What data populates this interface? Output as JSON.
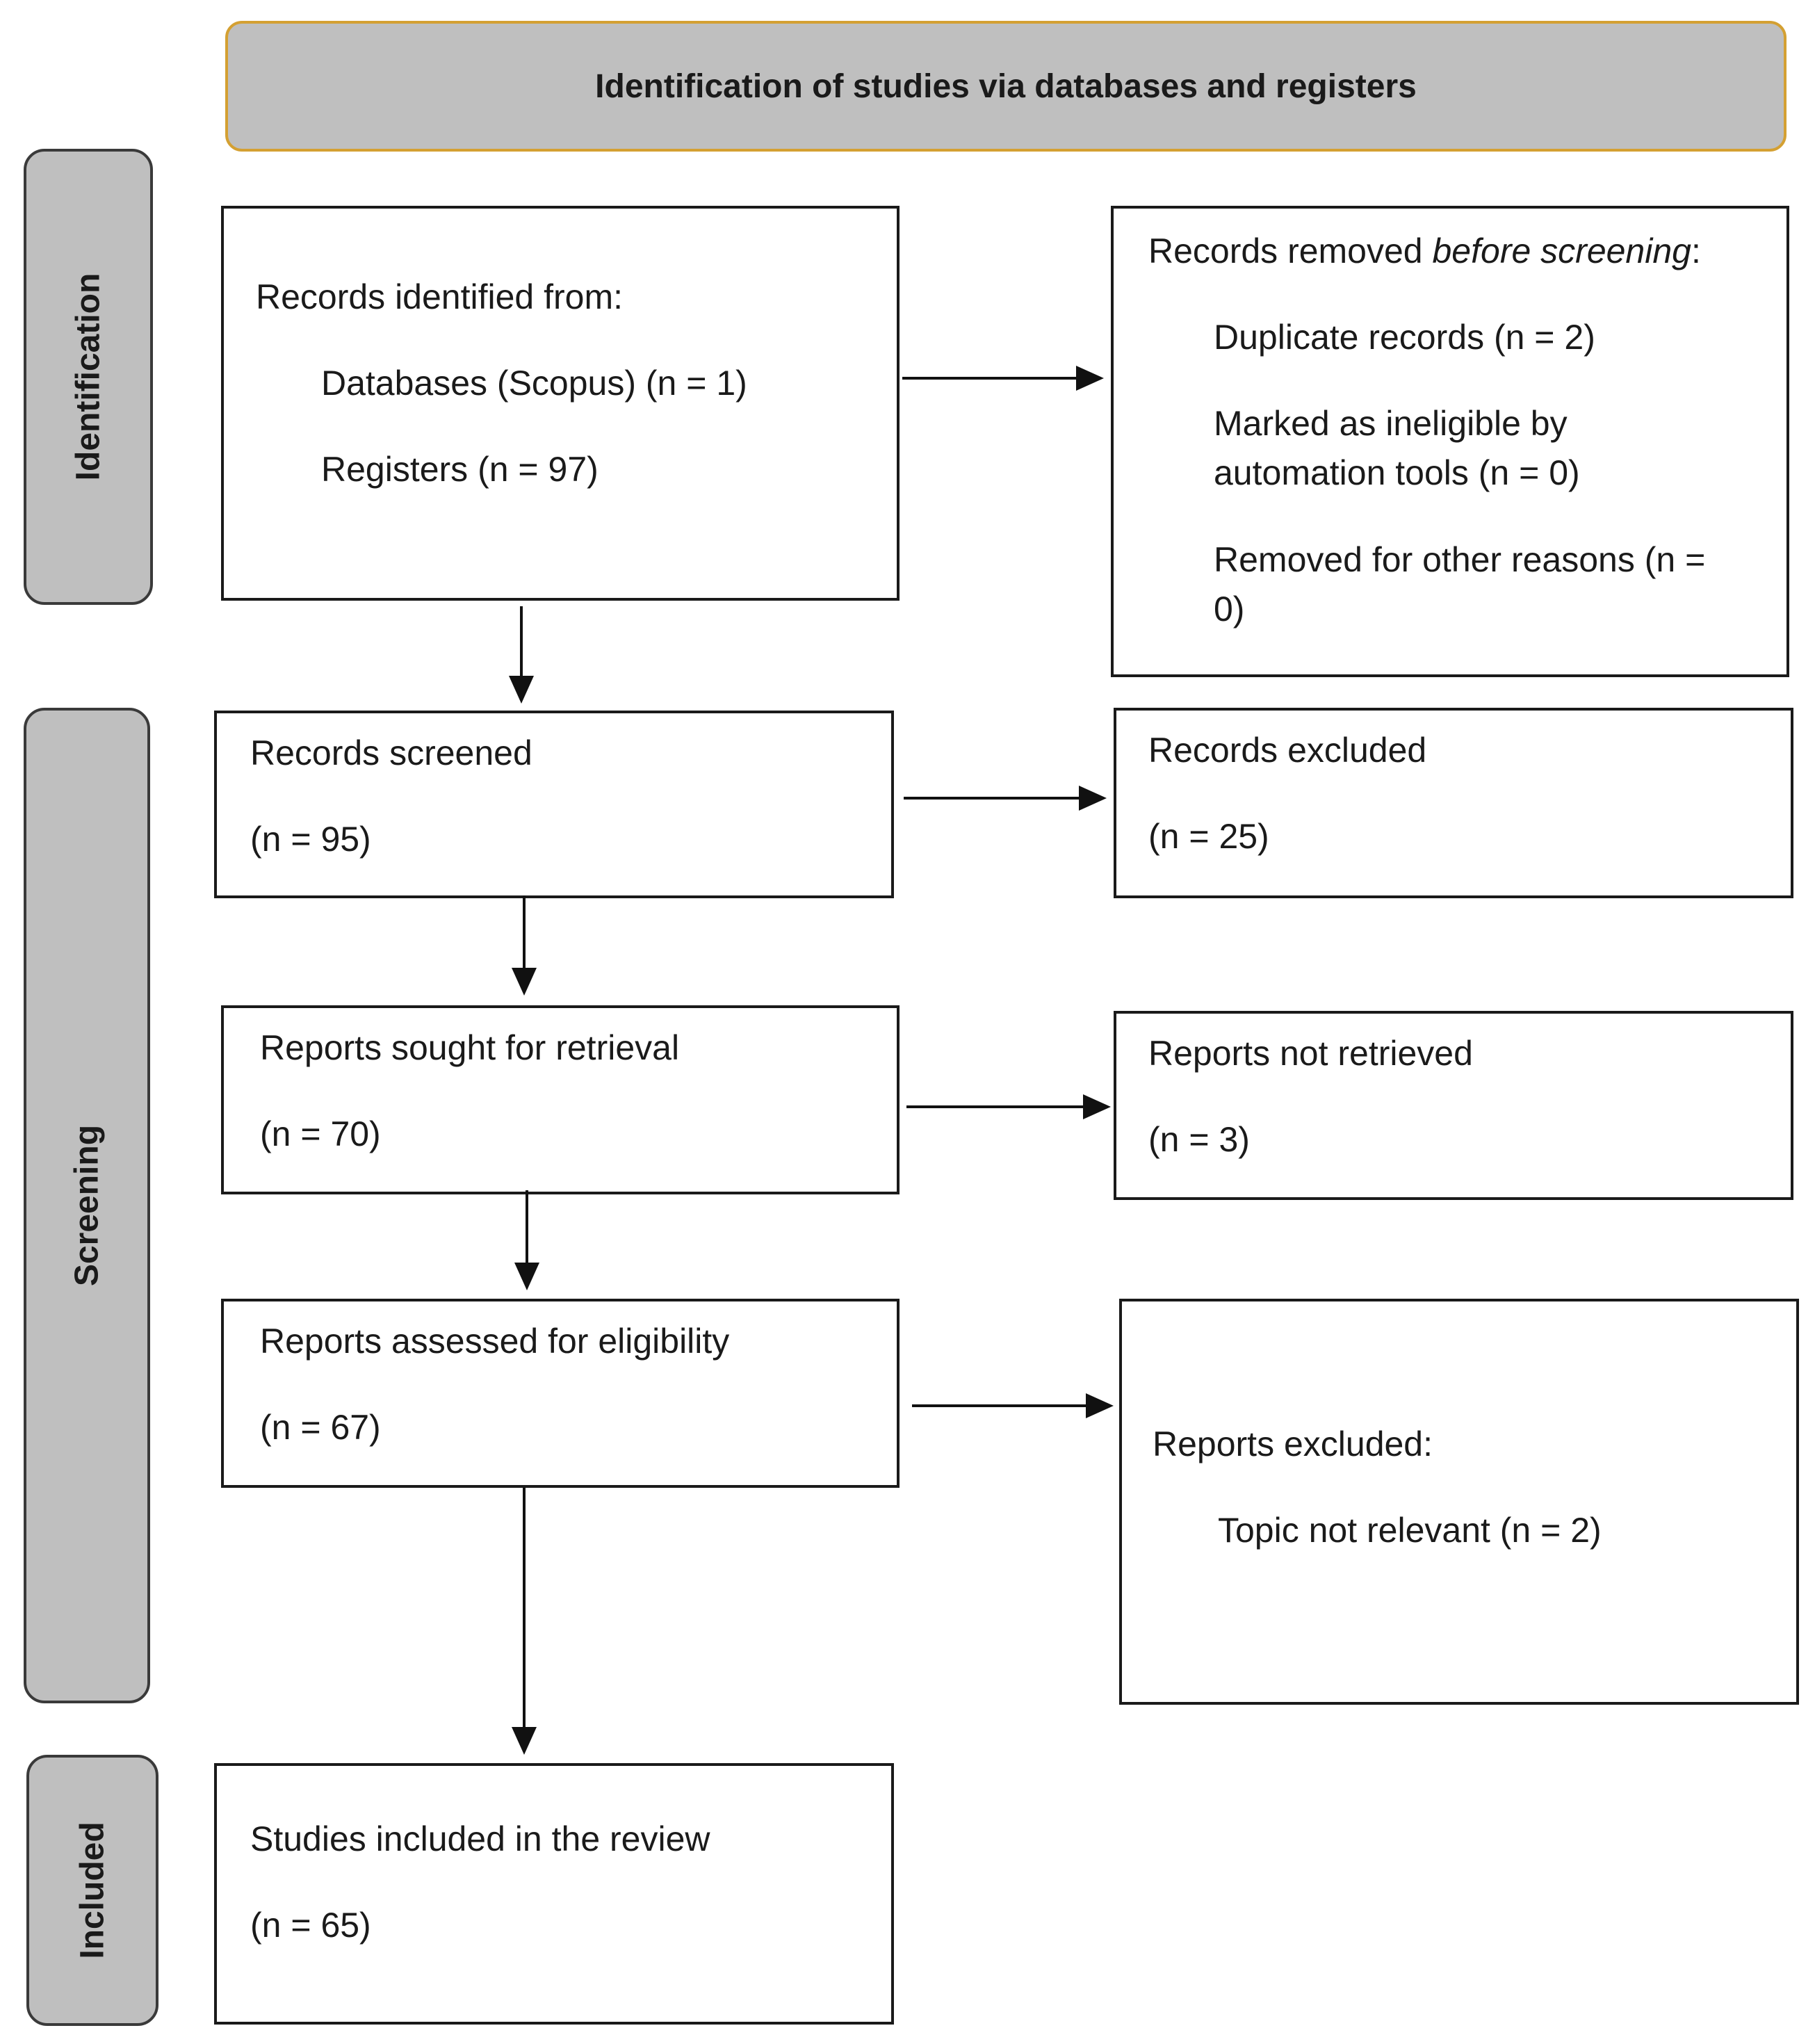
{
  "header": {
    "title": "Identification of studies via databases and registers"
  },
  "phases": {
    "identification": "Identification",
    "screening": "Screening",
    "included": "Included"
  },
  "identified": {
    "title": "Records identified from:",
    "databases": "Databases  (Scopus) (n = 1)",
    "registers": "Registers (n = 97)"
  },
  "removed": {
    "title_prefix": "Records removed ",
    "title_italic": "before screening",
    "title_suffix": ":",
    "duplicates": "Duplicate records (n = 2)",
    "automation_line1": "Marked as ineligible by",
    "automation_line2": "automation  tools (n = 0)",
    "other_line1": "Removed for other reasons (n =",
    "other_line2": "0)"
  },
  "screened": {
    "title": "Records screened",
    "count": "(n = 95)"
  },
  "excluded": {
    "title": "Records excluded",
    "count": "(n = 25)"
  },
  "sought": {
    "title": "Reports sought for retrieval",
    "count": "(n = 70)"
  },
  "not_retrieved": {
    "title": "Reports not retrieved",
    "count": "(n = 3)"
  },
  "assessed": {
    "title": "Reports assessed for eligibility",
    "count": "(n = 67)"
  },
  "reports_excluded": {
    "title": "Reports excluded:",
    "reason": "Topic not relevant (n = 2)"
  },
  "included_studies": {
    "title": "Studies included in the review",
    "count": "(n = 65)"
  }
}
